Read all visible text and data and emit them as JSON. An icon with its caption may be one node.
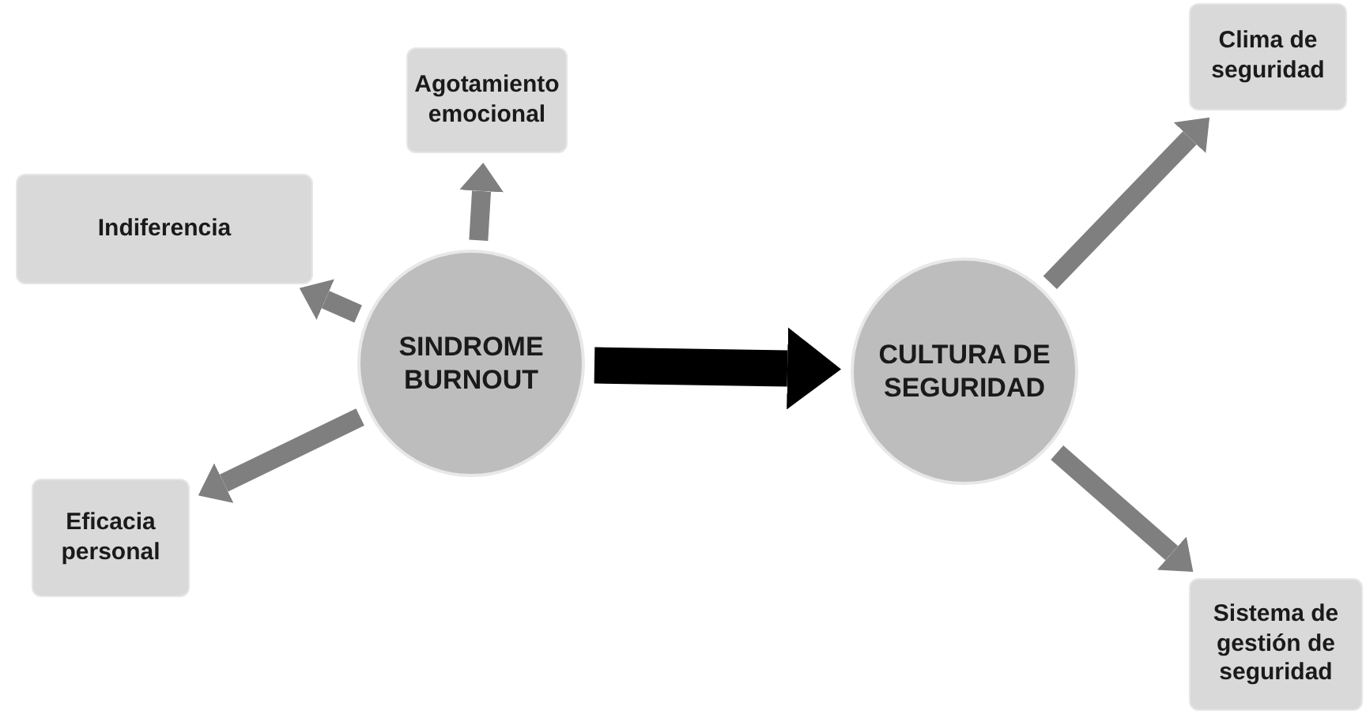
{
  "diagram": {
    "nodes": [
      {
        "text": [
          "Agotamiento emocional"
        ]
      },
      {
        "text": [
          "Clima de seguridad"
        ]
      },
      {
        "text": [
          "Indiferencia"
        ]
      },
      {
        "text": [
          "SINDROME BURNOUT"
        ]
      },
      {
        "text": [
          "CULTURA DE SEGURIDAD"
        ]
      },
      {
        "text": [
          "Eficacia personal"
        ]
      },
      {
        "text": [
          "Sistema de gestión de seguridad"
        ]
      }
    ],
    "edges": [
      {
        "from": 3,
        "to": 0,
        "arrow": "to"
      },
      {
        "from": 3,
        "to": 2,
        "arrow": "to"
      },
      {
        "from": 3,
        "to": 5,
        "arrow": "to"
      },
      {
        "from": 3,
        "to": 4,
        "arrow": "to",
        "style": "thick",
        "color": "#000000"
      },
      {
        "from": 4,
        "to": 1,
        "arrow": "to"
      },
      {
        "from": 4,
        "to": 6,
        "arrow": "to"
      }
    ]
  }
}
